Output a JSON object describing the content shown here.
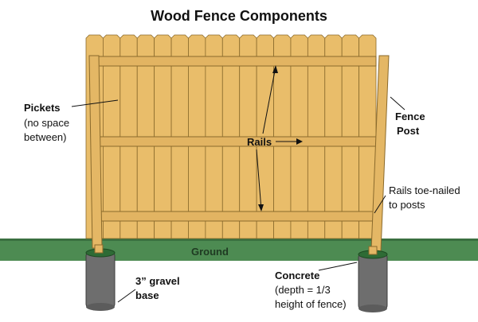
{
  "title": "Wood Fence Components",
  "labels": {
    "pickets": "Pickets",
    "pickets_note_1": "(no space",
    "pickets_note_2": "between)",
    "fence_post_1": "Fence",
    "fence_post_2": "Post",
    "rails": "Rails",
    "toe_nailed_1": "Rails toe-nailed",
    "toe_nailed_2": "to posts",
    "ground": "Ground",
    "gravel_1": "3” gravel",
    "gravel_2": "base",
    "concrete": "Concrete",
    "concrete_note_1": "(depth = 1/3",
    "concrete_note_2": "height of fence)"
  },
  "colors": {
    "wood": "#e9bd6a",
    "wood_edge": "#8a6a2c",
    "ground": "#4d8b52",
    "concrete": "#6e6e6e",
    "post_collar": "#2e6b35"
  },
  "picket_count": 17
}
